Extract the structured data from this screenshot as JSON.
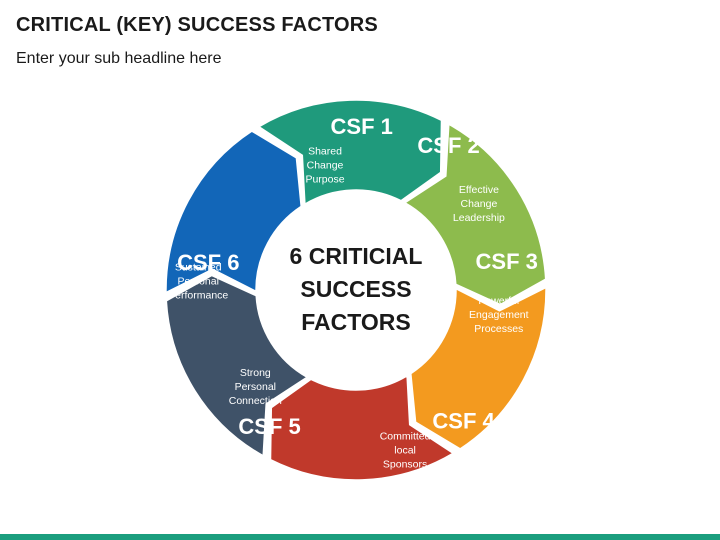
{
  "header": {
    "title": "CRITICAL (KEY) SUCCESS FACTORS",
    "subtitle": "Enter your sub headline here"
  },
  "center": {
    "lines": [
      "6 CRITICIAL",
      "SUCCESS",
      "FACTORS"
    ]
  },
  "segments": [
    {
      "label": "CSF 1",
      "desc": [
        "Shared",
        "Change",
        "Purpose"
      ],
      "color": "#1f9a7c"
    },
    {
      "label": "CSF 2",
      "desc": [
        "Effective",
        "Change",
        "Leadership"
      ],
      "color": "#8dbb4d"
    },
    {
      "label": "CSF 3",
      "desc": [
        "Powerful",
        "Engagement",
        "Processes"
      ],
      "color": "#f39a1f"
    },
    {
      "label": "CSF 4",
      "desc": [
        "Committed",
        "local",
        "Sponsors"
      ],
      "color": "#c0392b"
    },
    {
      "label": "CSF 5",
      "desc": [
        "Strong",
        "Personal",
        "Connection"
      ],
      "color": "#3f5268"
    },
    {
      "label": "CSF 6",
      "desc": [
        "Sustained",
        "Personal",
        "Performance"
      ],
      "color": "#1266b8"
    }
  ],
  "colors": {
    "bottom_bar": "#1b9e7e"
  }
}
